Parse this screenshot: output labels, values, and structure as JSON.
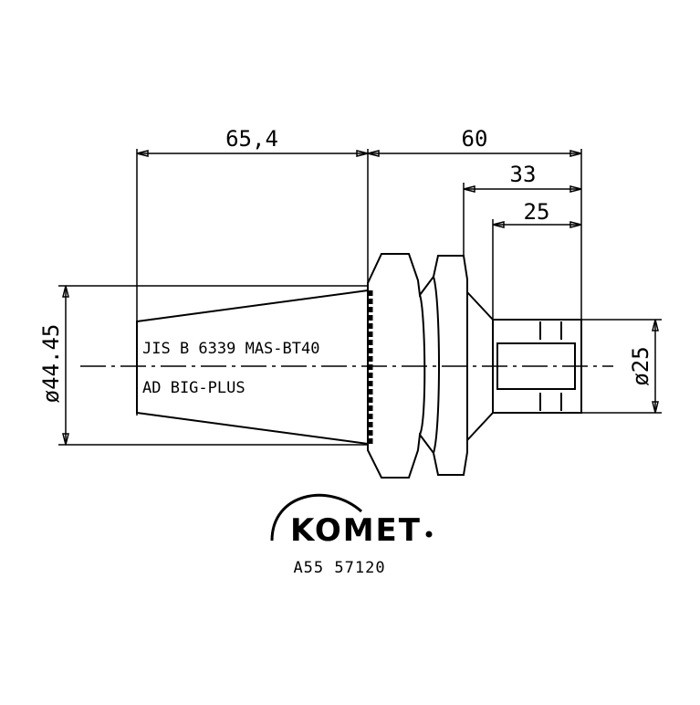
{
  "dimensions": {
    "taper_length": "65,4",
    "total_length": "60",
    "shank_length_33": "33",
    "shank_length_25": "25",
    "taper_diameter": "ø44.45",
    "shank_diameter": "ø25"
  },
  "labels": {
    "standard": "JIS B 6339 MAS-BT40",
    "system": "AD   BIG-PLUS"
  },
  "logo": {
    "brand": "KOMET"
  },
  "part_number": "A55 57120"
}
